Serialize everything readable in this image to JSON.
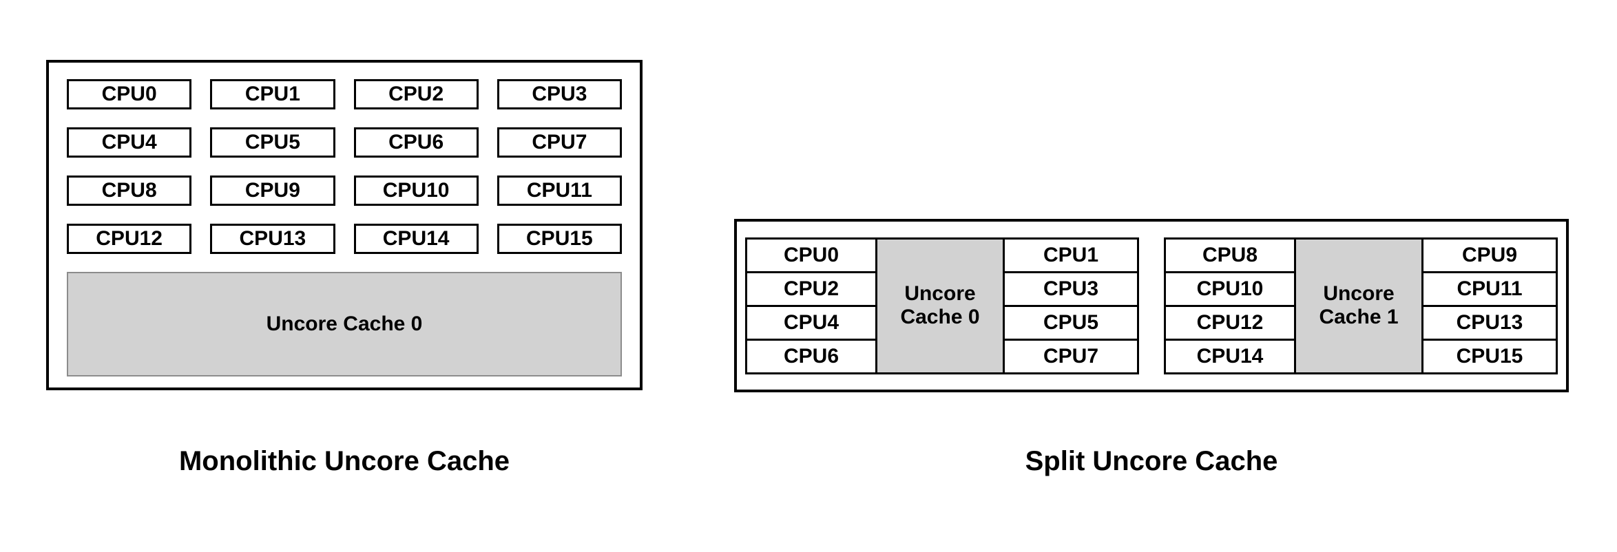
{
  "mono": {
    "caption": "Monolithic Uncore Cache",
    "cache_label": "Uncore Cache 0",
    "cpus": [
      "CPU0",
      "CPU1",
      "CPU2",
      "CPU3",
      "CPU4",
      "CPU5",
      "CPU6",
      "CPU7",
      "CPU8",
      "CPU9",
      "CPU10",
      "CPU11",
      "CPU12",
      "CPU13",
      "CPU14",
      "CPU15"
    ]
  },
  "split": {
    "caption": "Split Uncore Cache",
    "clusters": [
      {
        "left": [
          "CPU0",
          "CPU2",
          "CPU4",
          "CPU6"
        ],
        "cache": "Uncore Cache 0",
        "right": [
          "CPU1",
          "CPU3",
          "CPU5",
          "CPU7"
        ]
      },
      {
        "left": [
          "CPU8",
          "CPU10",
          "CPU12",
          "CPU14"
        ],
        "cache": "Uncore Cache 1",
        "right": [
          "CPU9",
          "CPU11",
          "CPU13",
          "CPU15"
        ]
      }
    ]
  },
  "colors": {
    "cache_fill": "#d2d2d2",
    "border": "#000000",
    "background": "#ffffff"
  }
}
